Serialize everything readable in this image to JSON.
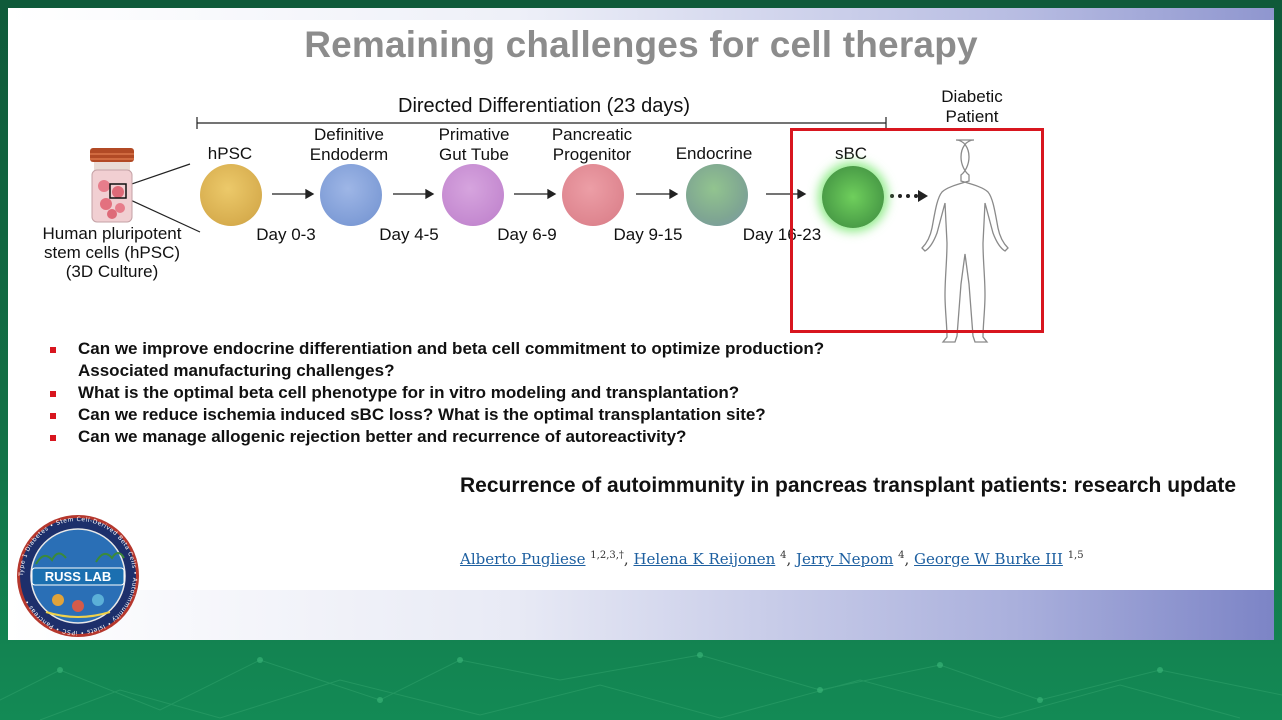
{
  "slide": {
    "title": "Remaining challenges for cell therapy"
  },
  "diagram": {
    "timeline_label": "Directed Differentiation (23 days)",
    "patient_label_line1": "Diabetic",
    "patient_label_line2": "Patient",
    "source_label_line1": "Human pluripotent",
    "source_label_line2": "stem cells (hPSC)",
    "source_label_line3": "(3D Culture)",
    "stages": [
      {
        "line1": "hPSC",
        "line2": "",
        "day": "Day 0-3"
      },
      {
        "line1": "Definitive",
        "line2": "Endoderm",
        "day": "Day 4-5"
      },
      {
        "line1": "Primative",
        "line2": "Gut Tube",
        "day": "Day 6-9"
      },
      {
        "line1": "Pancreatic",
        "line2": "Progenitor",
        "day": "Day 9-15"
      },
      {
        "line1": "Endocrine",
        "line2": "",
        "day": "Day 16-23"
      },
      {
        "line1": "sBC",
        "line2": "",
        "day": ""
      }
    ],
    "colors": {
      "hpsc": "#d7ad4e",
      "definitive_endoderm": "#7e9cd6",
      "primative_gut_tube": "#c489d0",
      "pancreatic_progenitor": "#de858f",
      "endocrine": "#7fa692",
      "sbc": "#4fa44a",
      "highlight": "#d8161f"
    }
  },
  "bullets": [
    "Can we improve endocrine differentiation and beta cell commitment to optimize production?",
    "What is the optimal beta cell phenotype for in vitro modeling and transplantation?",
    "Can we reduce ischemia induced sBC loss? What is the optimal transplantation site?",
    "Can we manage allogenic rejection better and recurrence of autoreactivity?"
  ],
  "bullet_continuation": "Associated manufacturing challenges?",
  "paper": {
    "title": "Recurrence of autoimmunity in pancreas transplant patients: research update",
    "authors": [
      {
        "name": "Alberto Pugliese",
        "sup": "1,2,3,†"
      },
      {
        "name": "Helena K Reijonen",
        "sup": "4"
      },
      {
        "name": "Jerry Nepom",
        "sup": "4"
      },
      {
        "name": "George W Burke III",
        "sup": "1,5"
      }
    ]
  },
  "logo": {
    "name": "RUSS LAB",
    "ring_text": "Type 1 Diabetes • Stem Cell-Derived Beta Cells • Autoimmunity • Islets • iPSC • Pancreas •",
    "colors": {
      "ring": "#1d2f6b",
      "ring_edge": "#b5372d",
      "banner": "#1b6fb0"
    }
  }
}
